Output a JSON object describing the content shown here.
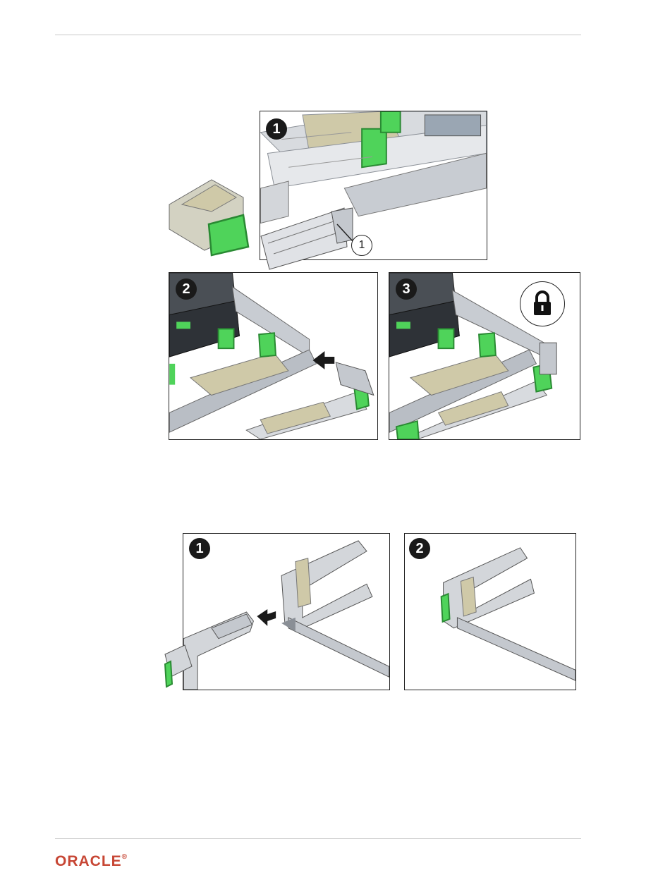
{
  "figure1": {
    "step_labels": [
      "1",
      "2",
      "3"
    ],
    "callout": "1",
    "lock_icon": "lock-icon"
  },
  "figure2": {
    "step_labels": [
      "1",
      "2"
    ]
  },
  "footer": {
    "logo": "ORACLE",
    "logo_mark": "®"
  },
  "colors": {
    "accent_green": "#4fd35a",
    "metal_gray": "#b9bec5",
    "dark_gray": "#5a5f66",
    "strap_beige": "#cfc9a8",
    "brand_red": "#c74634"
  }
}
